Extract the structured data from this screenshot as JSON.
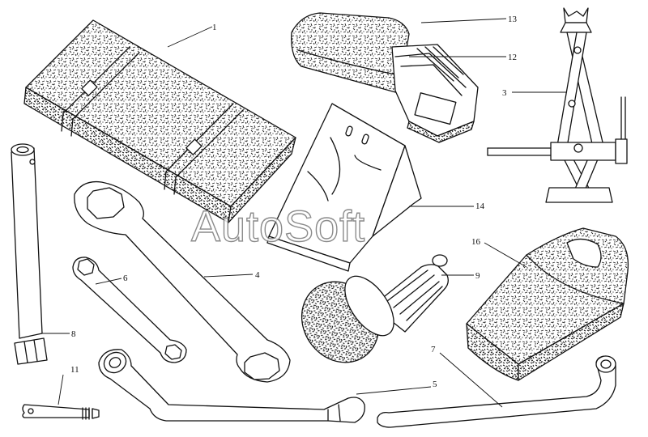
{
  "watermark": "AutoSoft",
  "callouts": {
    "n1": "1",
    "n3": "3",
    "n4": "4",
    "n5": "5",
    "n6": "6",
    "n7": "7",
    "n8": "8",
    "n9": "9",
    "n11": "11",
    "n12": "12",
    "n13": "13",
    "n14": "14",
    "n16": "16"
  },
  "colors": {
    "line": "#111111",
    "background": "#ffffff",
    "watermark_outline": "#777777"
  }
}
